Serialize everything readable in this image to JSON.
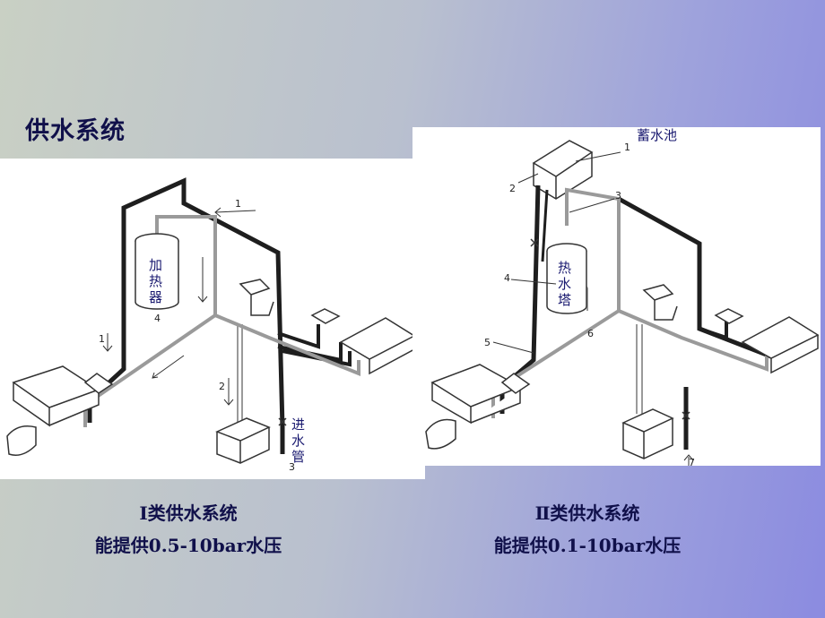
{
  "slide": {
    "title": "供水系统"
  },
  "diagram1": {
    "heater_label": [
      "加",
      "热",
      "器"
    ],
    "inlet_label": [
      "进",
      "水",
      "管"
    ],
    "numbers": {
      "n1_top": "1",
      "n1_left": "1",
      "n2": "2",
      "n3": "3",
      "n4": "4"
    }
  },
  "diagram2": {
    "reservoir_label": "蓄水池",
    "tower_label": [
      "热",
      "水",
      "塔"
    ],
    "numbers": {
      "n1": "1",
      "n2": "2",
      "n3": "3",
      "n4": "4",
      "n5": "5",
      "n6": "6",
      "n7": "7"
    }
  },
  "captions": {
    "left_line1": "Ⅰ类供水系统",
    "left_line2": "能提供0.5-10bar水压",
    "right_line1": "Ⅱ类供水系统",
    "right_line2": "能提供0.1-10bar水压"
  },
  "colors": {
    "title_text": "#10104a",
    "pipe_dark": "#1e1e1e",
    "pipe_light": "#9a9a9a"
  }
}
